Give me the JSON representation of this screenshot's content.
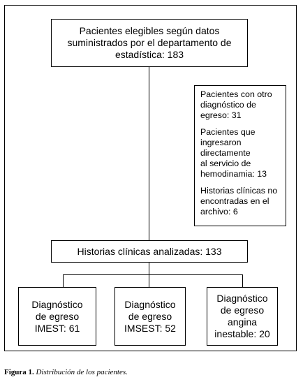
{
  "diagram": {
    "top_box": "Pacientes elegibles según datos\nsuministrados por el departamento de\nestadística: 183",
    "exclusions": [
      "Pacientes con otro\ndiagnóstico de\negreso: 31",
      "Pacientes que\ningresaron\ndirectamente\nal servicio de\nhemodinamia: 13",
      "Historias clínicas no\nencontradas en el\narchivo: 6"
    ],
    "middle_box": "Historias clínicas analizadas: 133",
    "bottom_boxes": [
      "Diagnóstico\nde egreso\nIMEST: 61",
      "Diagnóstico\nde egreso\nIMSEST: 52",
      "Diagnóstico\nde egreso\nangina\ninestable: 20"
    ]
  },
  "caption": {
    "label": "Figura 1.",
    "text": "Distribución de los pacientes."
  }
}
